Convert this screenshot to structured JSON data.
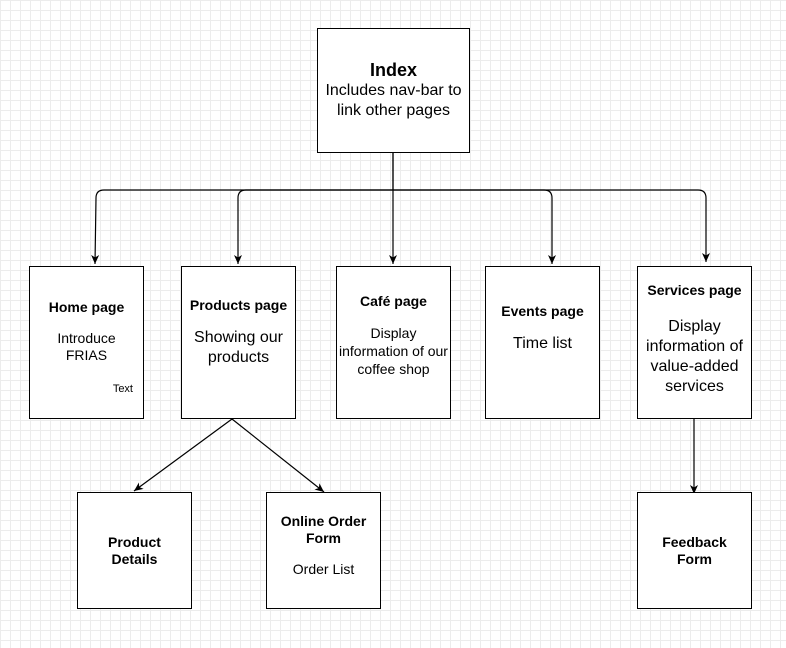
{
  "nodes": {
    "index": {
      "title": "Index",
      "desc": "Includes nav-bar to link other pages"
    },
    "home": {
      "title": "Home page",
      "desc": "Introduce FRIAS",
      "sub": "Text"
    },
    "products": {
      "title": "Products page",
      "desc": "Showing our products"
    },
    "cafe": {
      "title": "Café page",
      "desc": "Display information of our coffee shop"
    },
    "events": {
      "title": "Events page",
      "desc": "Time list"
    },
    "services": {
      "title": "Services page",
      "desc": "Display information  of value-added services"
    },
    "product_details": {
      "title": "Product Details"
    },
    "online_order": {
      "title": "Online Order Form",
      "desc": "Order List"
    },
    "feedback": {
      "title": "Feedback Form"
    }
  },
  "edges": [
    {
      "from": "index",
      "to": "home"
    },
    {
      "from": "index",
      "to": "products"
    },
    {
      "from": "index",
      "to": "cafe"
    },
    {
      "from": "index",
      "to": "events"
    },
    {
      "from": "index",
      "to": "services"
    },
    {
      "from": "products",
      "to": "product_details"
    },
    {
      "from": "products",
      "to": "online_order"
    },
    {
      "from": "services",
      "to": "feedback"
    }
  ],
  "colors": {
    "stroke": "#000000",
    "fill": "#ffffff",
    "grid": "#ececec"
  }
}
